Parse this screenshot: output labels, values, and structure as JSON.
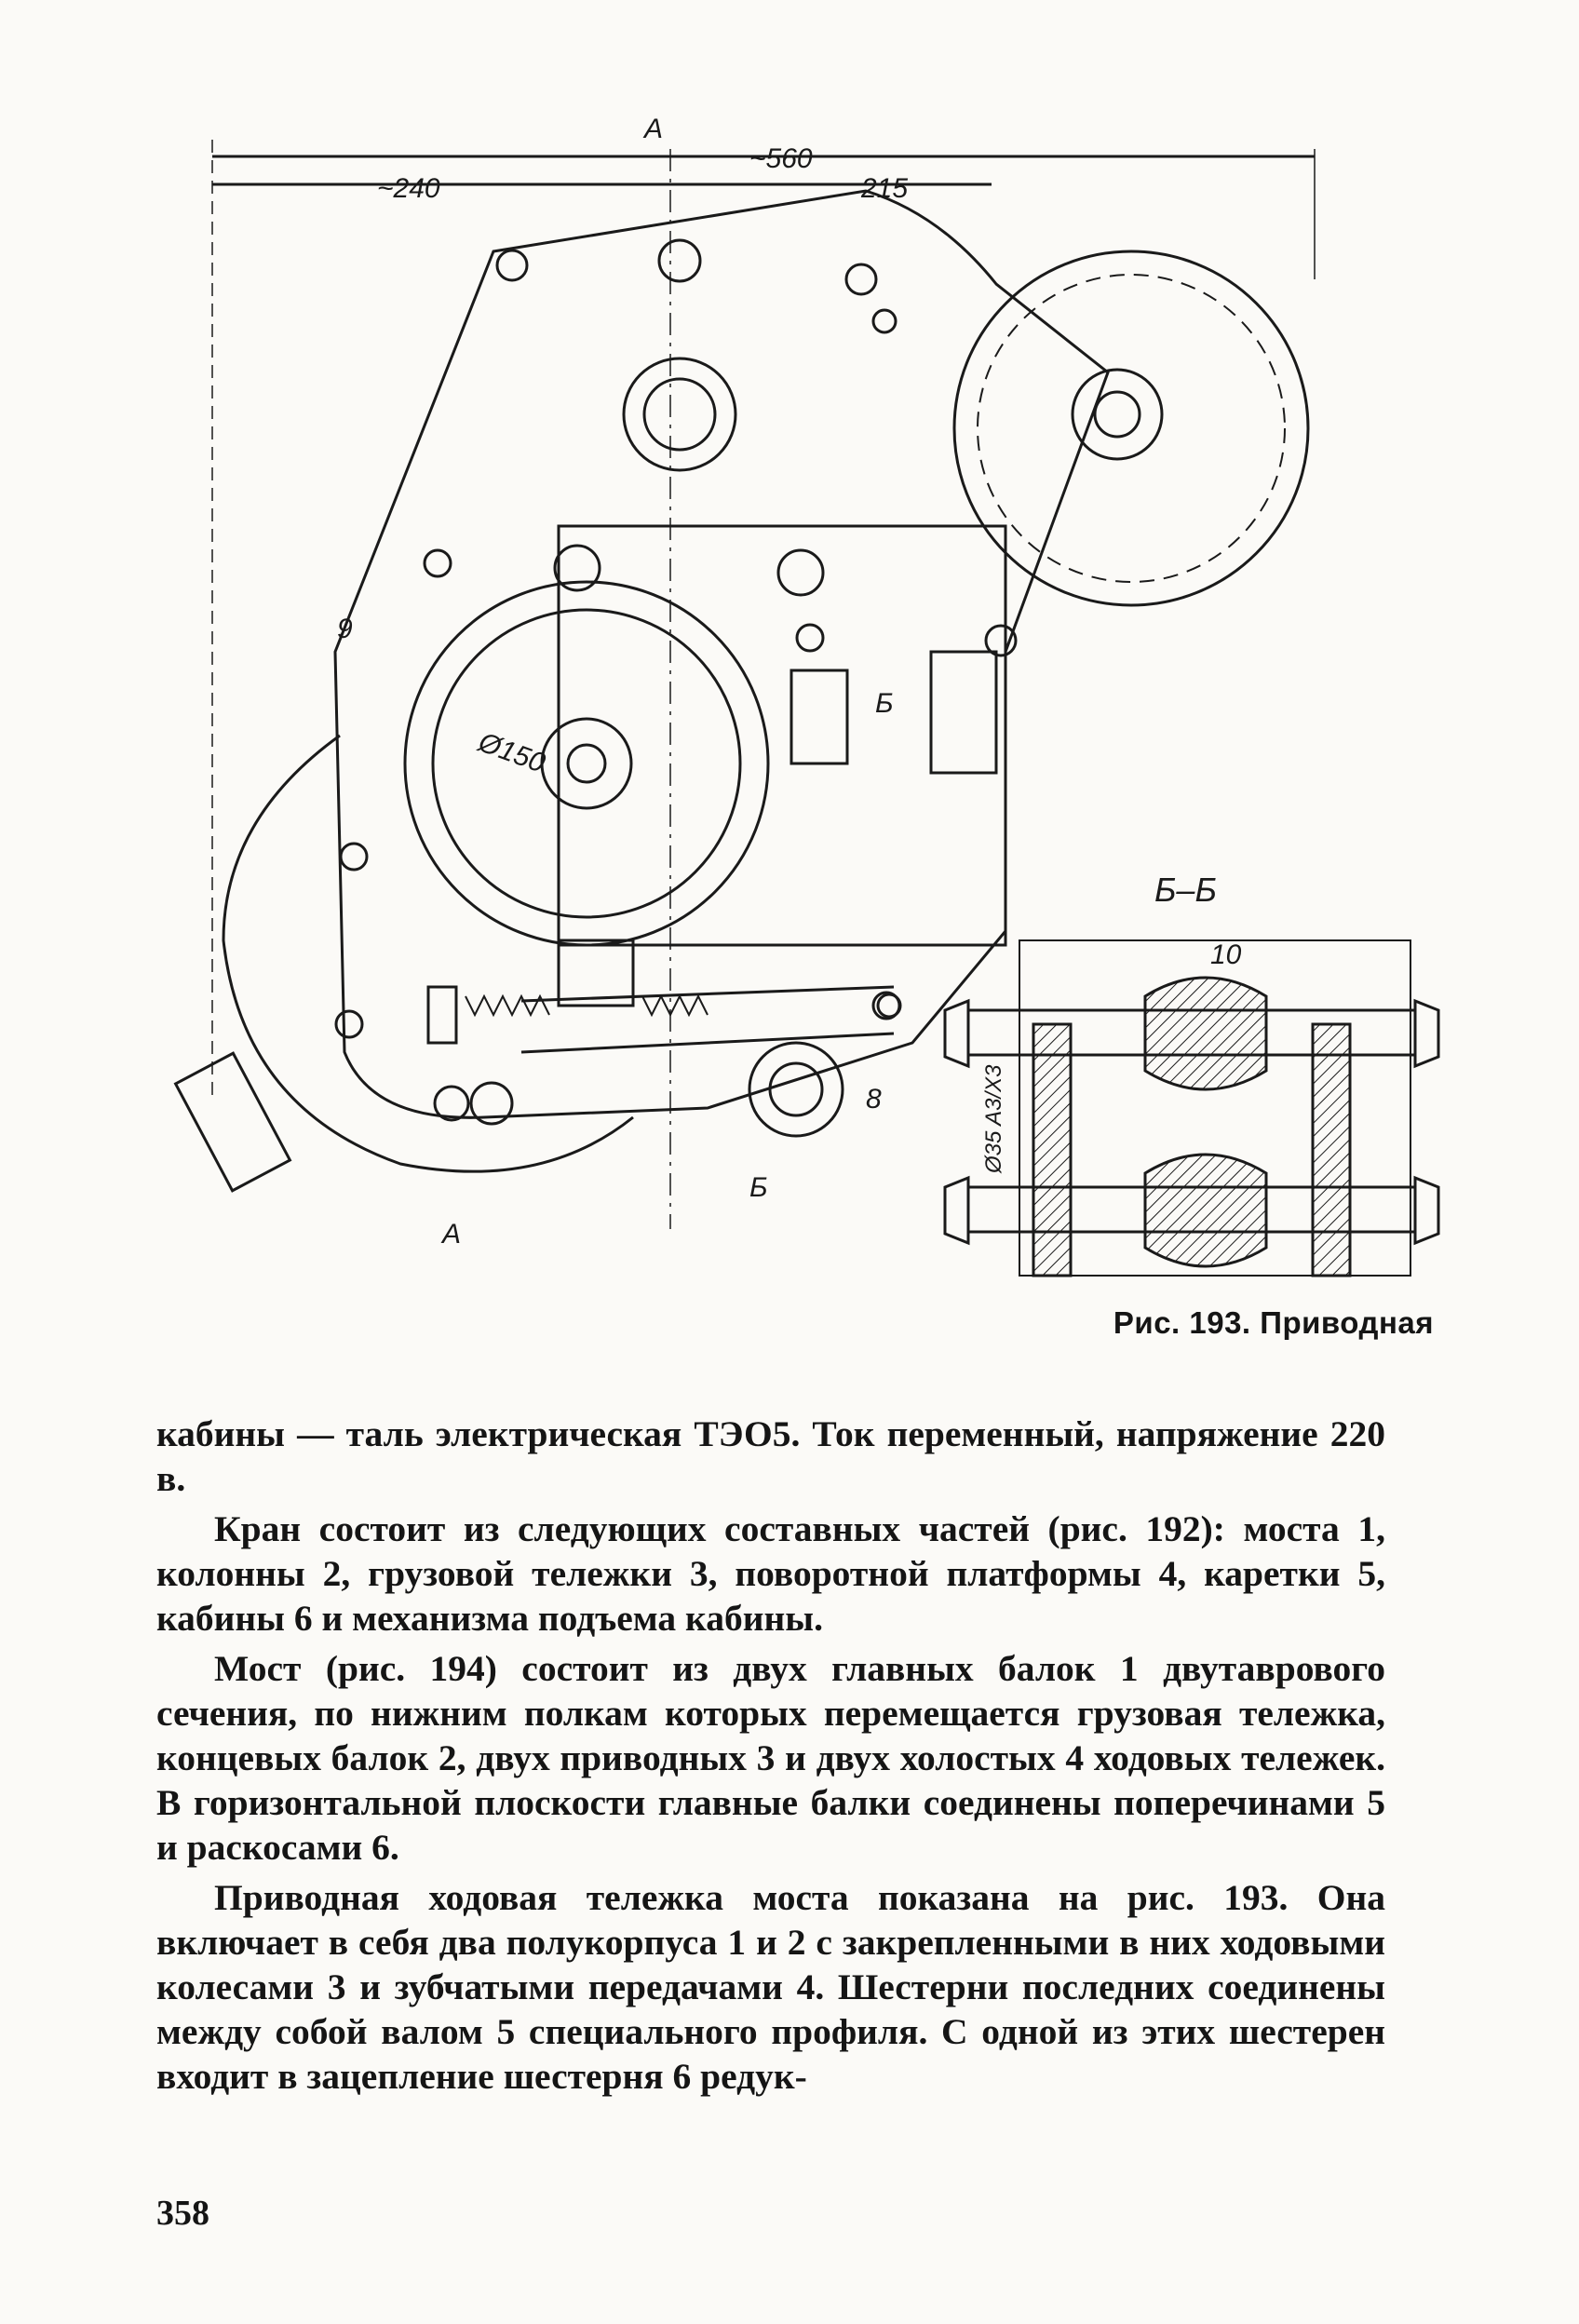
{
  "figure": {
    "labels": {
      "section_a": "А",
      "section_b": "Б",
      "dim_total": "~560",
      "dim_left": "~240",
      "dim_right": "215",
      "diameter": "Ø150",
      "callout_9": "9",
      "callout_8": "8",
      "callout_10": "10",
      "section_bb_title": "Б–Б",
      "fit": "Ø35 A3/X3"
    }
  },
  "caption": "Рис. 193. Приводная",
  "paragraphs": [
    "кабины — таль электрическая ТЭО5. Ток переменный, напряжение 220 в.",
    "Кран состоит из следующих составных частей (рис. 192): моста 1, колонны 2, грузовой тележки 3, поворотной платформы 4, каретки 5, кабины 6 и механизма подъема кабины.",
    "Мост (рис. 194) состоит из двух главных балок 1 двутаврового сечения, по нижним полкам которых перемещается грузовая тележка, концевых балок 2, двух приводных 3 и двух холостых 4 ходовых тележек. В горизонтальной плоскости главные балки соединены поперечинами 5 и раскосами 6.",
    "Приводная ходовая тележка моста показана на рис. 193. Она включает в себя два полукорпуса 1 и 2 с закрепленными в них ходовыми колесами 3 и зубчатыми передачами 4. Шестерни последних соединены между собой валом 5 специального профиля. С одной из этих шестерен входит в зацепление шестерня 6 редук-"
  ],
  "page_number": "358"
}
